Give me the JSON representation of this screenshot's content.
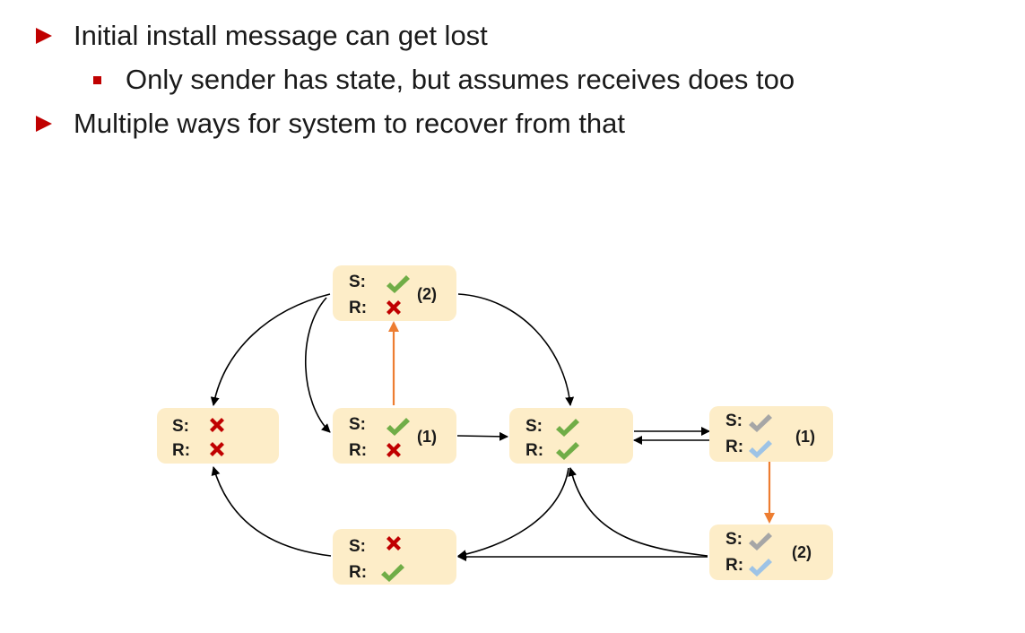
{
  "bullets": [
    {
      "text": "Initial install message can get lost"
    },
    {
      "text": "Only sender has state, but assumes receives does too"
    },
    {
      "text": "Multiple ways for system to recover from that"
    }
  ],
  "diagram": {
    "colors": {
      "box_fill": "#fdedc8",
      "check_green": "#70ad47",
      "cross_red": "#c00000",
      "check_gray": "#a6a6a6",
      "check_blue": "#9dc3e6",
      "arrow_black": "#000000",
      "arrow_orange": "#ed7d31"
    },
    "state_labels": {
      "sender": "S:",
      "receiver": "R:"
    },
    "nodes": {
      "both_lost": {
        "s": "cross",
        "r": "cross",
        "tag": ""
      },
      "sender_only_1": {
        "s": "check",
        "r": "cross",
        "tag": "(1)"
      },
      "sender_only_2": {
        "s": "check",
        "r": "cross",
        "tag": "(2)"
      },
      "both_installed": {
        "s": "check",
        "r": "check",
        "tag": ""
      },
      "stale_1": {
        "s": "check-gray",
        "r": "check-blue",
        "tag": "(1)"
      },
      "stale_2": {
        "s": "check-gray",
        "r": "check-blue",
        "tag": "(2)"
      },
      "receiver_only": {
        "s": "cross",
        "r": "check",
        "tag": ""
      }
    }
  }
}
